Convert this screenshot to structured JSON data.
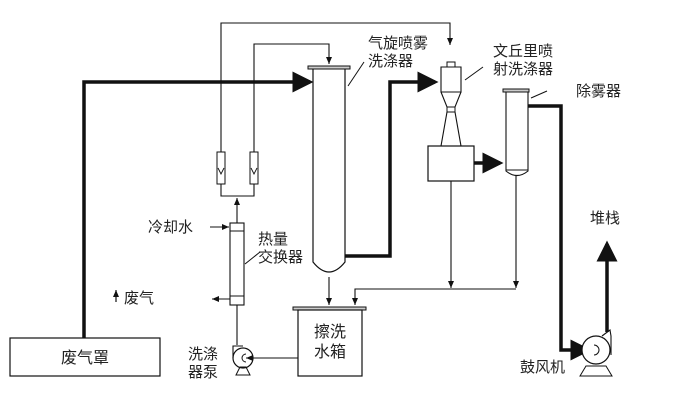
{
  "diagram": {
    "type": "process-flow",
    "labels": {
      "cyclone_scrubber_line1": "气旋喷雾",
      "cyclone_scrubber_line2": "洗涤器",
      "venturi_line1": "文丘里喷",
      "venturi_line2": "射洗涤器",
      "demister": "除雾器",
      "cooling_water": "冷却水",
      "heat_exchanger_line1": "热量",
      "heat_exchanger_line2": "交换器",
      "waste_gas": "废气",
      "hood": "废气罩",
      "scrub_pump_line1": "洗涤",
      "scrub_pump_line2": "器泵",
      "tank_line1": "擦洗",
      "tank_line2": "水箱",
      "stack": "堆栈",
      "blower": "鼓风机"
    },
    "colors": {
      "line": "#111111",
      "text": "#222222",
      "background": "#ffffff"
    }
  }
}
